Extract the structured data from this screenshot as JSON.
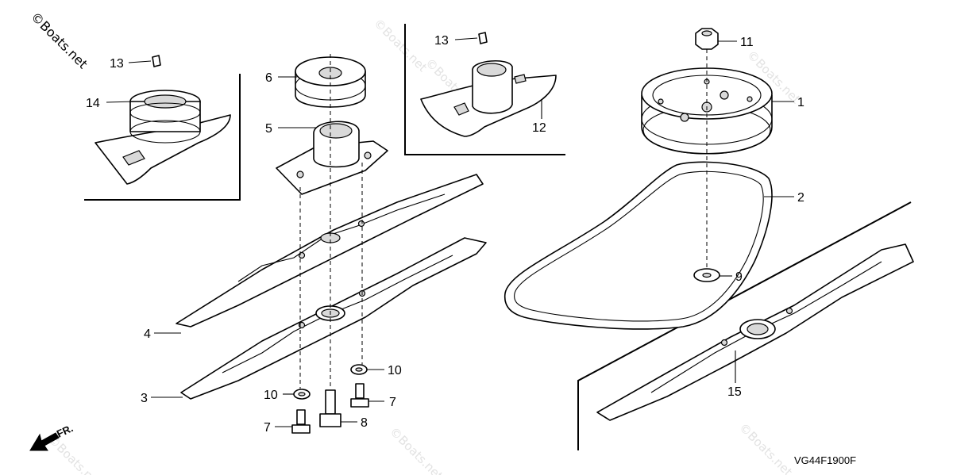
{
  "watermark": "©Boats.net",
  "diagram_code": "VG44F1900F",
  "direction_label": "FR.",
  "callouts": {
    "c1": "1",
    "c2": "2",
    "c3": "3",
    "c4": "4",
    "c5": "5",
    "c6": "6",
    "c7a": "7",
    "c7b": "7",
    "c8": "8",
    "c9": "9",
    "c10a": "10",
    "c10b": "10",
    "c11": "11",
    "c12": "12",
    "c13a": "13",
    "c13b": "13",
    "c14": "14",
    "c15": "15"
  }
}
